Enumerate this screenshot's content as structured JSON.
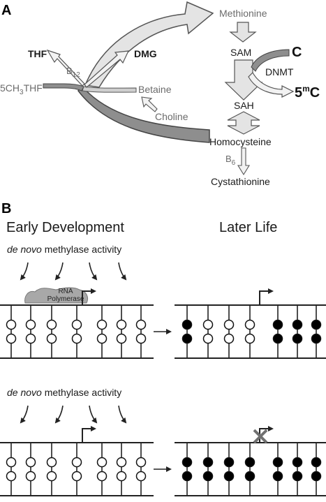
{
  "panel_a": {
    "label": "A",
    "methionine": "Methionine",
    "sam": "SAM",
    "sah": "SAH",
    "homocysteine": "Homocysteine",
    "cystathionine": "Cystathionine",
    "c": "C",
    "mc_base": "5",
    "mc_sup": "m",
    "mc_tail": "C",
    "dnmt": "DNMT",
    "thf": "THF",
    "dmg": "DMG",
    "b12_base": "B",
    "b12_sub": "12",
    "methyl_thf_prefix": "5CH",
    "methyl_thf_sub": "3",
    "methyl_thf_suffix": "THF",
    "betaine": "Betaine",
    "choline": "Choline",
    "b6_base": "B",
    "b6_sub": "6"
  },
  "panel_b": {
    "label": "B",
    "early_title": "Early Development",
    "later_title": "Later Life",
    "methylase_italic": "de novo",
    "methylase_rest": " methylase activity",
    "rna_line1": "RNA",
    "rna_line2": "Polymerase"
  },
  "colors": {
    "light_arrow": "#e3e3e3",
    "dark_band": "#8e8e8e",
    "polymerase": "#a8a8a8",
    "methylated": "#000000",
    "unmethylated": "#ffffff",
    "x_mark": "#707070"
  }
}
